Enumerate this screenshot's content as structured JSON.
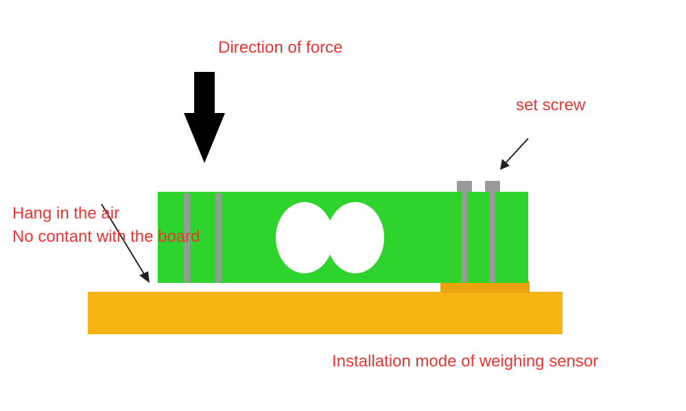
{
  "labels": {
    "direction_of_force": "Direction of force",
    "set_screw": "set screw",
    "hang_in_air": "Hang in the air",
    "no_contact": "No contant with the board",
    "caption": "Installation mode of weighing sensor"
  },
  "colors": {
    "label_text": "#ee3333",
    "sensor_body": "#2ed32e",
    "base_board": "#f4b414",
    "support_pad": "#eaa20e",
    "screw": "#9a9a9a",
    "arrow": "#000000",
    "pointer": "#222222",
    "strain_hole": "#ffffff"
  }
}
